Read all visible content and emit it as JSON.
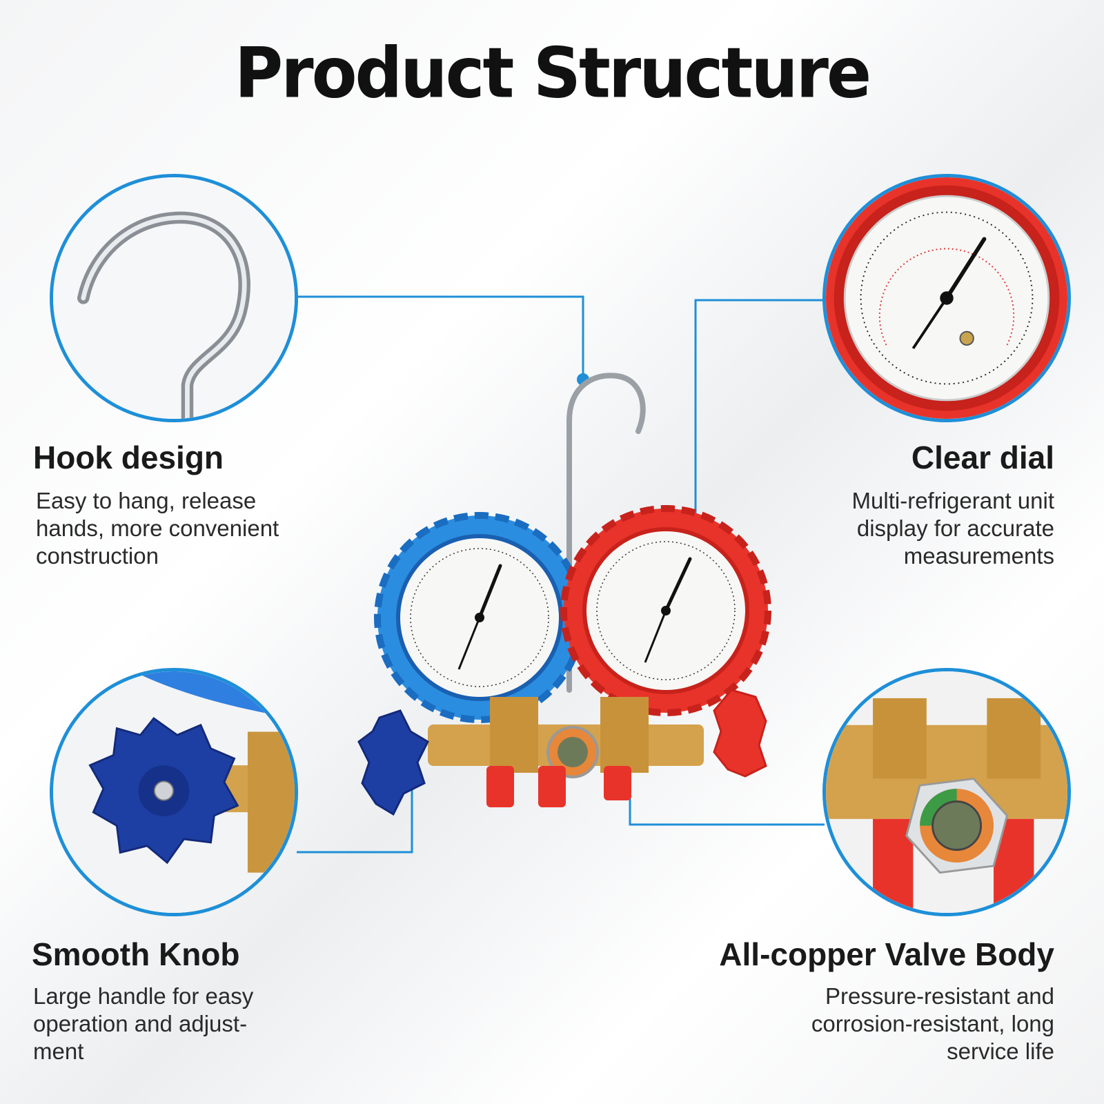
{
  "title": "Product Structure",
  "features": {
    "hook": {
      "title": "Hook design",
      "desc": "Easy to hang, release\nhands, more convenient\nconstruction",
      "icon": "hook-icon"
    },
    "dial": {
      "title": "Clear dial",
      "desc": "Multi-refrigerant unit\ndisplay for accurate\nmeasurements",
      "icon": "gauge-dial-icon"
    },
    "knob": {
      "title": "Smooth Knob",
      "desc": "Large handle for easy\noperation and adjust-\nment",
      "icon": "knob-icon"
    },
    "valve": {
      "title": "All-copper Valve Body",
      "desc": "Pressure-resistant and\ncorrosion-resistant, long\nservice life",
      "icon": "valve-body-icon"
    }
  },
  "colors": {
    "accent": "#1e8fd8",
    "blue_gauge": "#1f6fd0",
    "red_gauge": "#e8332a",
    "brass": "#d4a24c"
  }
}
